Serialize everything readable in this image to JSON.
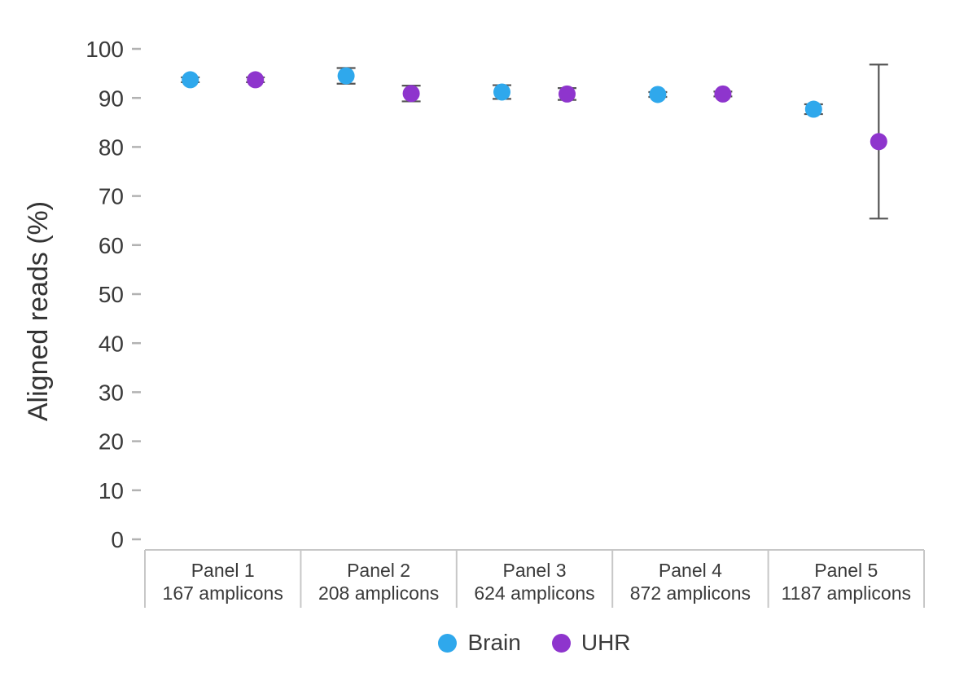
{
  "chart_data": {
    "type": "scatter",
    "title": "",
    "ylabel": "Aligned reads (%)",
    "xlabel": "",
    "ylim": [
      0,
      100
    ],
    "yticks": [
      0,
      10,
      20,
      30,
      40,
      50,
      60,
      70,
      80,
      90,
      100
    ],
    "grid": false,
    "legend_position": "bottom",
    "categories": [
      {
        "label": "Panel 1",
        "sublabel": "167 amplicons"
      },
      {
        "label": "Panel 2",
        "sublabel": "208 amplicons"
      },
      {
        "label": "Panel 3",
        "sublabel": "624 amplicons"
      },
      {
        "label": "Panel 4",
        "sublabel": "872 amplicons"
      },
      {
        "label": "Panel 5",
        "sublabel": "1187 amplicons"
      }
    ],
    "series": [
      {
        "name": "Brain",
        "color": "#2fa8ec",
        "values": [
          93.7,
          94.5,
          91.2,
          90.7,
          87.7
        ],
        "errors": [
          0.5,
          1.6,
          1.4,
          0.5,
          1.0
        ]
      },
      {
        "name": "UHR",
        "color": "#8e35cd",
        "values": [
          93.7,
          90.9,
          90.8,
          90.8,
          81.1
        ],
        "errors": [
          0.5,
          1.6,
          1.2,
          0.5,
          15.7
        ]
      }
    ]
  },
  "colors": {
    "background": "#ffffff",
    "axis_text": "#3a3a3a",
    "tick_mark": "#b2b2b2",
    "error_bar": "#555555",
    "band_border": "#c7c7c7"
  }
}
